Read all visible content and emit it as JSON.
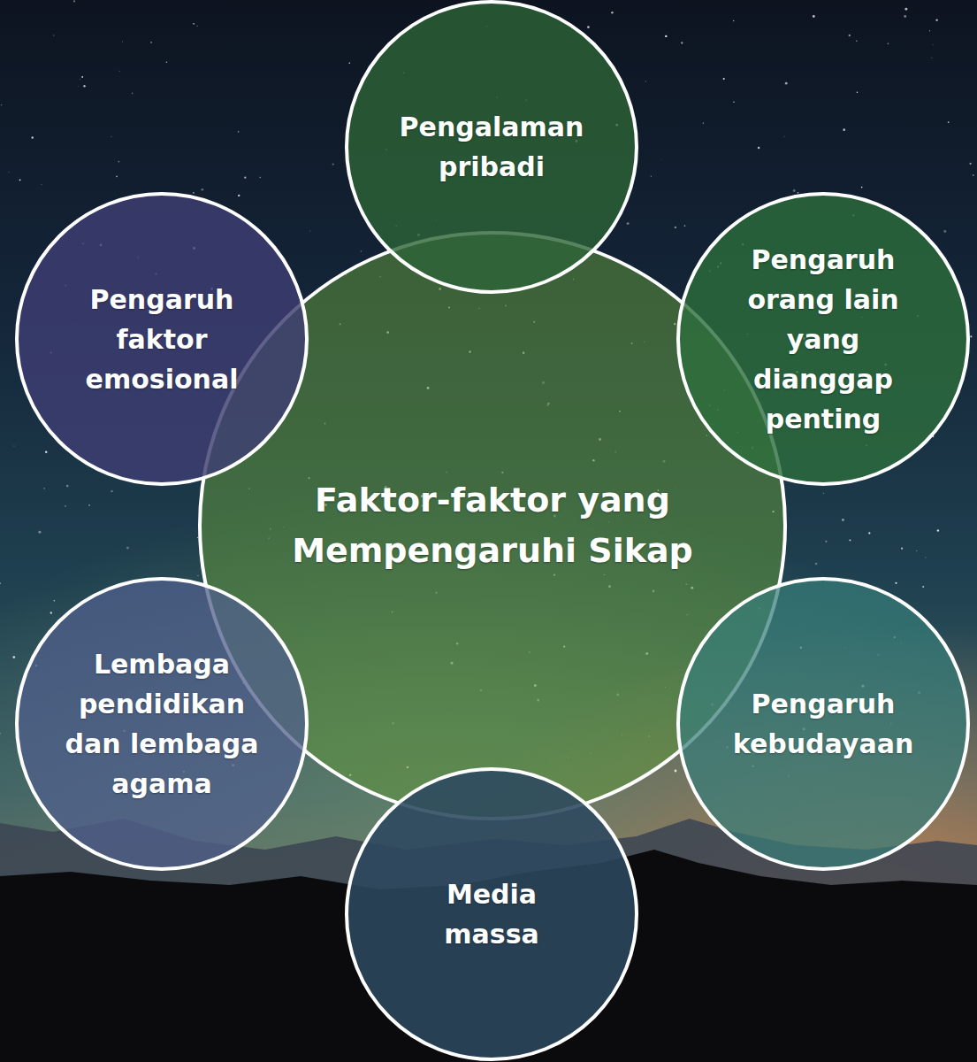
{
  "diagram": {
    "nodes": [
      {
        "text": [
          "Faktor-faktor yang Mempengaruhi Sikap"
        ]
      },
      {
        "text": [
          "Pengalaman pribadi"
        ]
      },
      {
        "text": [
          "Pengaruh orang lain yang dianggap penting"
        ]
      },
      {
        "text": [
          "Pengaruh kebudayaan"
        ]
      },
      {
        "text": [
          "Media massa"
        ]
      },
      {
        "text": [
          "Lembaga pendidikan dan lembaga agama"
        ]
      },
      {
        "text": [
          "Pengaruh faktor emosional"
        ]
      }
    ]
  }
}
